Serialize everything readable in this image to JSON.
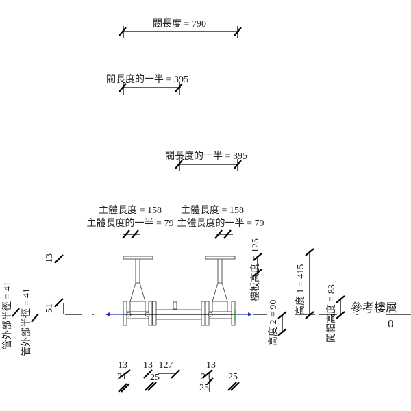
{
  "dimensions": {
    "valve_length": "閥長度 = 790",
    "valve_half_1": "閥長度的一半 = 395",
    "valve_half_2": "閥長度的一半 = 395",
    "body_length_left": "主體長度 = 158",
    "body_length_right": "主體長度 = 158",
    "body_half_left": "主體長度的一半 = 79",
    "body_half_right": "主體長度的一半 = 79",
    "floor_height": "樓板高度 = 125",
    "height_1": "高度 1 = 415",
    "height_2": "高度 2 = 90",
    "cap_height": "閥帽高度 = 83",
    "pipe_outer_radius_1": "管外部半徑 = 41",
    "pipe_outer_radius_2": "管外部半徑 = 41",
    "small_13_top": "13",
    "small_51": "51",
    "bottom_13_a": "13",
    "bottom_13_b": "13",
    "bottom_127": "127",
    "bottom_13_c": "13",
    "bottom_25_a": "25",
    "bottom_25_b": "25",
    "bottom_25_c": "25",
    "bottom_21_a": "21",
    "bottom_21_b": "21"
  },
  "level": {
    "name": "參考樓層",
    "elevation": "0"
  },
  "colors": {
    "connector": "#2030c0",
    "connector_mark": "#1a8a1a"
  }
}
